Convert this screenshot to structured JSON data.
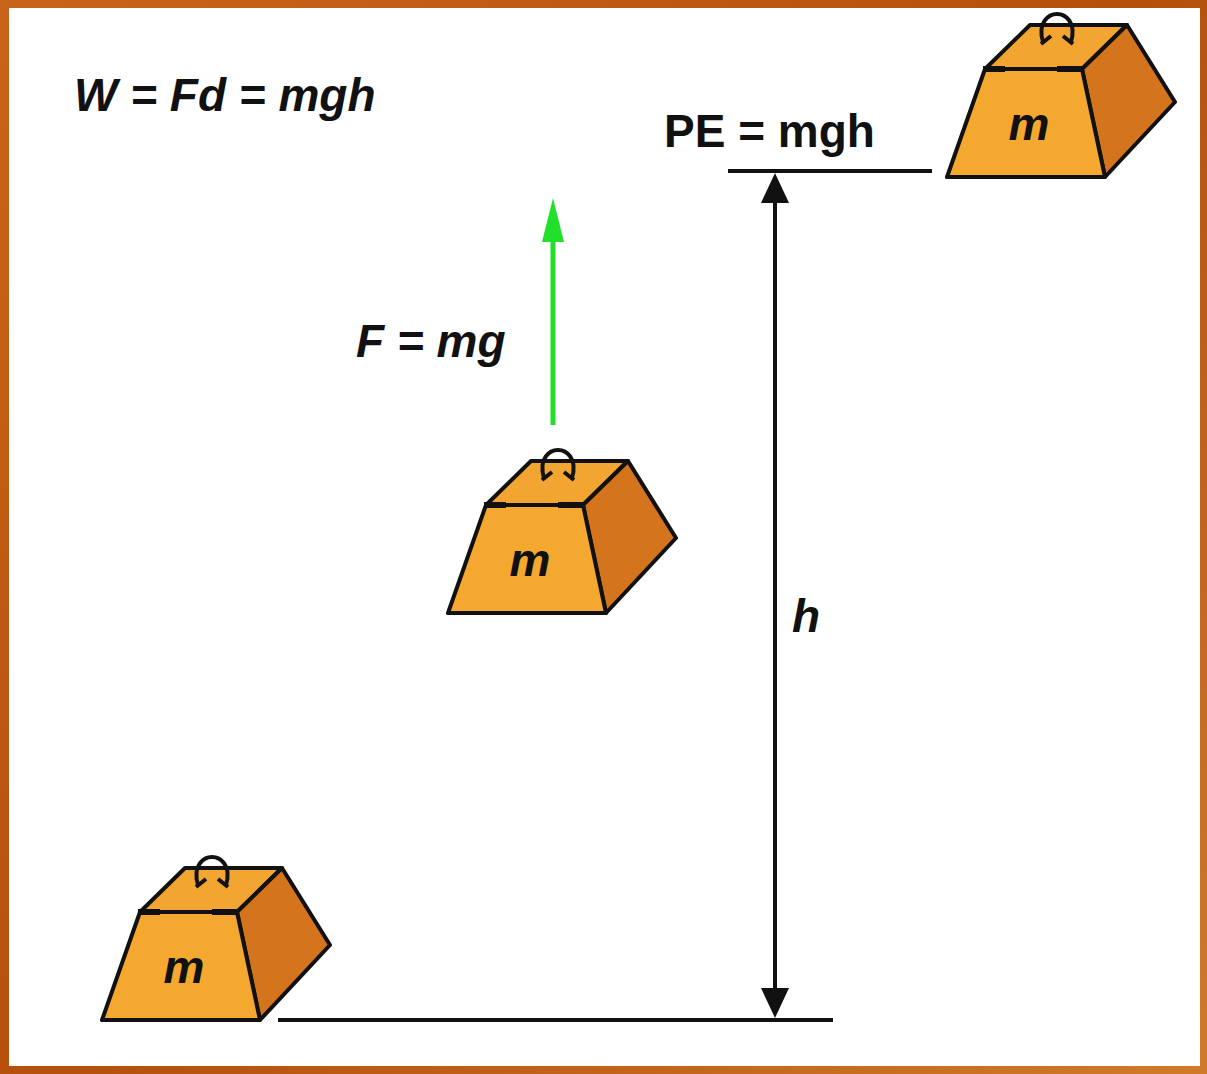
{
  "diagram": {
    "nodes": [
      {
        "text": [
          "m"
        ]
      },
      {
        "text": [
          "m"
        ]
      },
      {
        "text": [
          "m"
        ]
      }
    ],
    "labels": [
      "W = Fd = mgh",
      "PE = mgh",
      "F = mg",
      "h"
    ]
  }
}
